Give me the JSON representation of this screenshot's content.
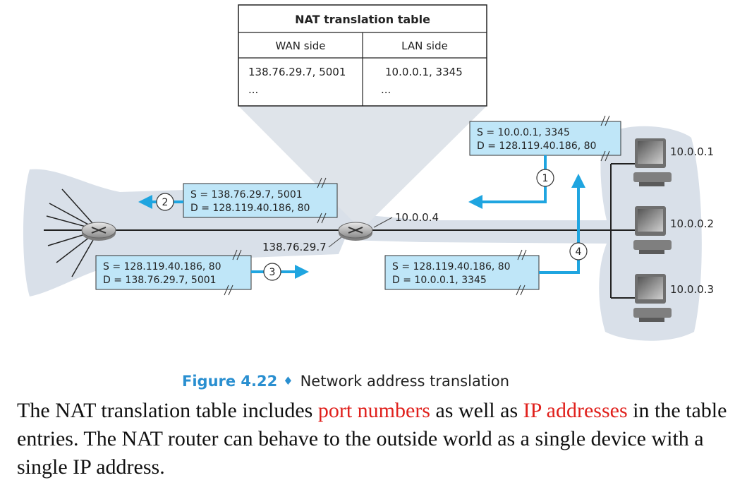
{
  "nat_table": {
    "title": "NAT translation table",
    "headers": [
      "WAN side",
      "LAN side"
    ],
    "rows": [
      [
        "138.76.29.7, 5001",
        "10.0.0.1, 3345"
      ],
      [
        "...",
        "..."
      ]
    ]
  },
  "packets": {
    "p1": {
      "s": "S = 10.0.0.1, 3345",
      "d": "D = 128.119.40.186, 80",
      "step": "1"
    },
    "p2": {
      "s": "S = 138.76.29.7, 5001",
      "d": "D = 128.119.40.186, 80",
      "step": "2"
    },
    "p3": {
      "s": "S = 128.119.40.186, 80",
      "d": "D = 138.76.29.7, 5001",
      "step": "3"
    },
    "p4": {
      "s": "S = 128.119.40.186, 80",
      "d": "D = 10.0.0.1, 3345",
      "step": "4"
    }
  },
  "addresses": {
    "router_lan": "10.0.0.4",
    "router_wan": "138.76.29.7",
    "host1": "10.0.0.1",
    "host2": "10.0.0.2",
    "host3": "10.0.0.3"
  },
  "caption": {
    "figure": "Figure 4.22",
    "title": "Network address translation"
  },
  "description": {
    "p1": "The NAT translation table includes ",
    "port_numbers": "port numbers",
    "p2": " as well as ",
    "ip_addresses": "IP addresses",
    "p3": " in the table entries. The NAT router can behave to the outside world as a single device with a single IP address."
  },
  "colors": {
    "accent": "#1fa5e0",
    "packet_box": "#bfe6f8",
    "cloud": "#d8e0ea",
    "emphasis": "#e0201c"
  }
}
